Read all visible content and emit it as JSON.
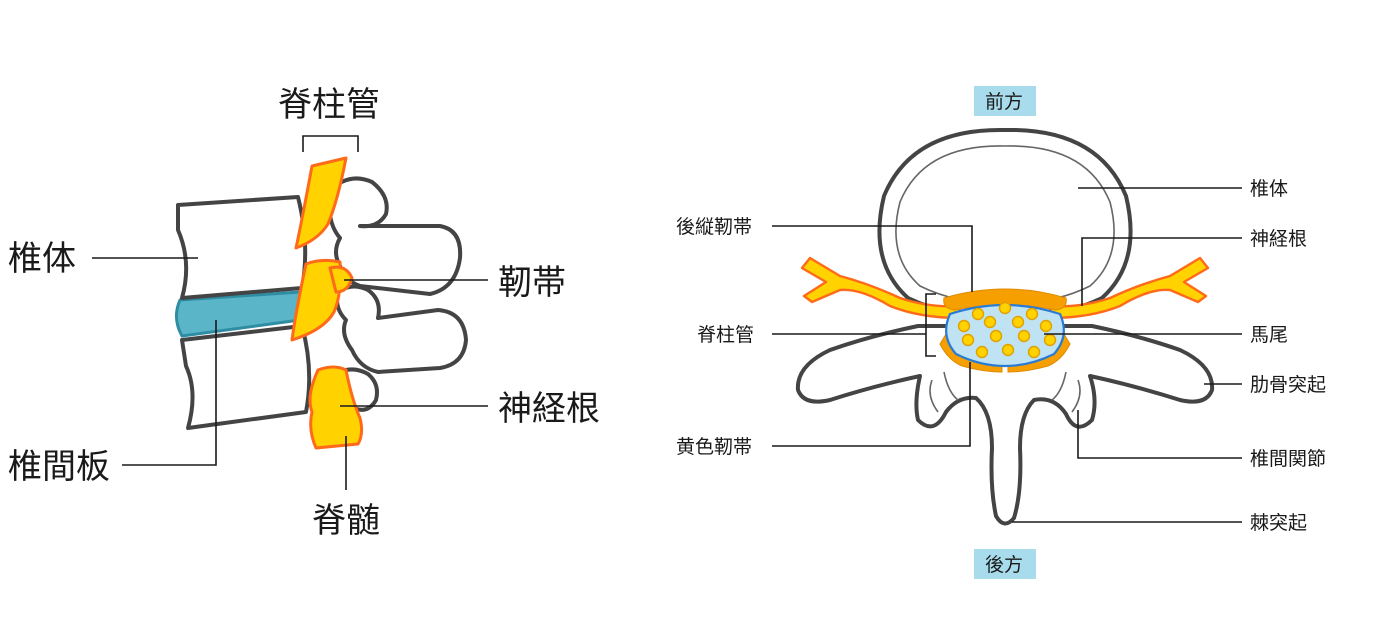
{
  "lateral_view": {
    "spinal_canal": "脊柱管",
    "vertebral_body": "椎体",
    "ligament": "靭帯",
    "nerve_root": "神経根",
    "intervertebral_disc": "椎間板",
    "spinal_cord": "脊髄"
  },
  "axial_view": {
    "anterior": "前方",
    "posterior": "後方",
    "vertebral_body": "椎体",
    "nerve_root": "神経根",
    "posterior_longitudinal_ligament": "後縦靭帯",
    "spinal_canal": "脊柱管",
    "cauda_equina": "馬尾",
    "costal_process": "肋骨突起",
    "ligamentum_flavum": "黄色靭帯",
    "facet_joint": "椎間関節",
    "spinous_process": "棘突起"
  },
  "colors": {
    "outline": "#444444",
    "disc": "#5bb5c8",
    "nerve_fill": "#ffd200",
    "nerve_edge": "#ff6a1a",
    "ligament": "#f5a000",
    "canal_fill": "#bfe3f2",
    "nerve_bundle": "#ffd200",
    "tag_bg": "#a8dcec"
  }
}
